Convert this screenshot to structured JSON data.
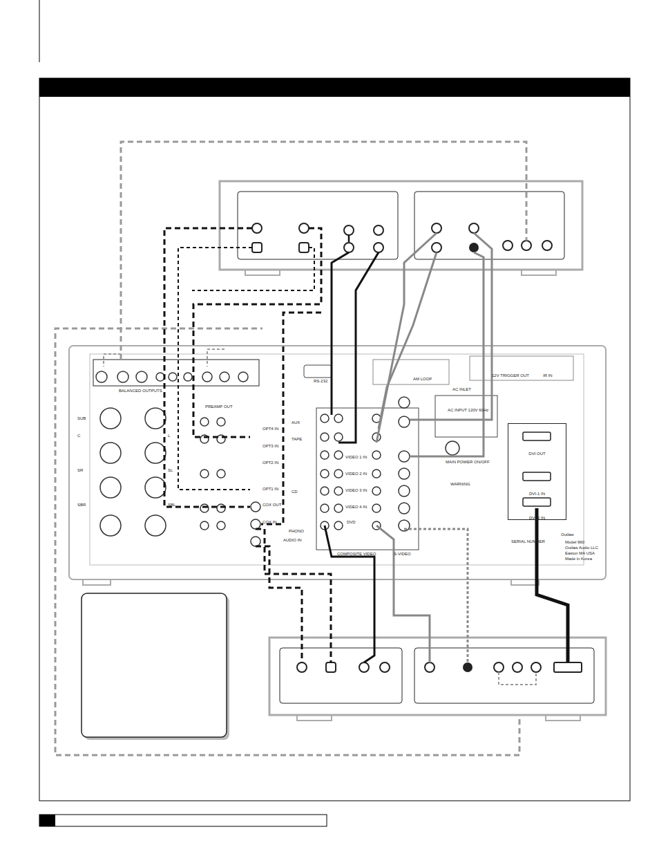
{
  "diagram": {
    "nodes": [
      {
        "text": [
          "DVI OUT",
          "DVI-1 IN",
          "DVI-2 IN"
        ]
      }
    ],
    "labels": [
      "BALANCED OUTPUTS",
      "PREAMP OUT",
      "SUB",
      "C",
      "SR",
      "SBR",
      "L",
      "SL",
      "SBL",
      "OPT4 IN",
      "OPT3 IN",
      "OPT2 IN",
      "OPT1 IN",
      "COX OUT",
      "COX IN",
      "AUX",
      "TAPE",
      "CD",
      "PHONO",
      "AUDIO IN",
      "VIDEO 1 IN",
      "VIDEO 2 IN",
      "VIDEO 3 IN",
      "VIDEO 4 IN",
      "DVD",
      "COMPOSITE VIDEO",
      "S-VIDEO",
      "RS-232",
      "AM LOOP",
      "AC INLET",
      "AC INPUT 120V 60Hz",
      "MAIN POWER ON/OFF",
      "WARNING",
      "12V TRIGGER OUT",
      "IR IN",
      "SERIAL NUMBER",
      "Outlaw",
      "Model 990",
      "Outlaw Audio LLC",
      "Easton MA USA",
      "Made in Korea"
    ]
  }
}
